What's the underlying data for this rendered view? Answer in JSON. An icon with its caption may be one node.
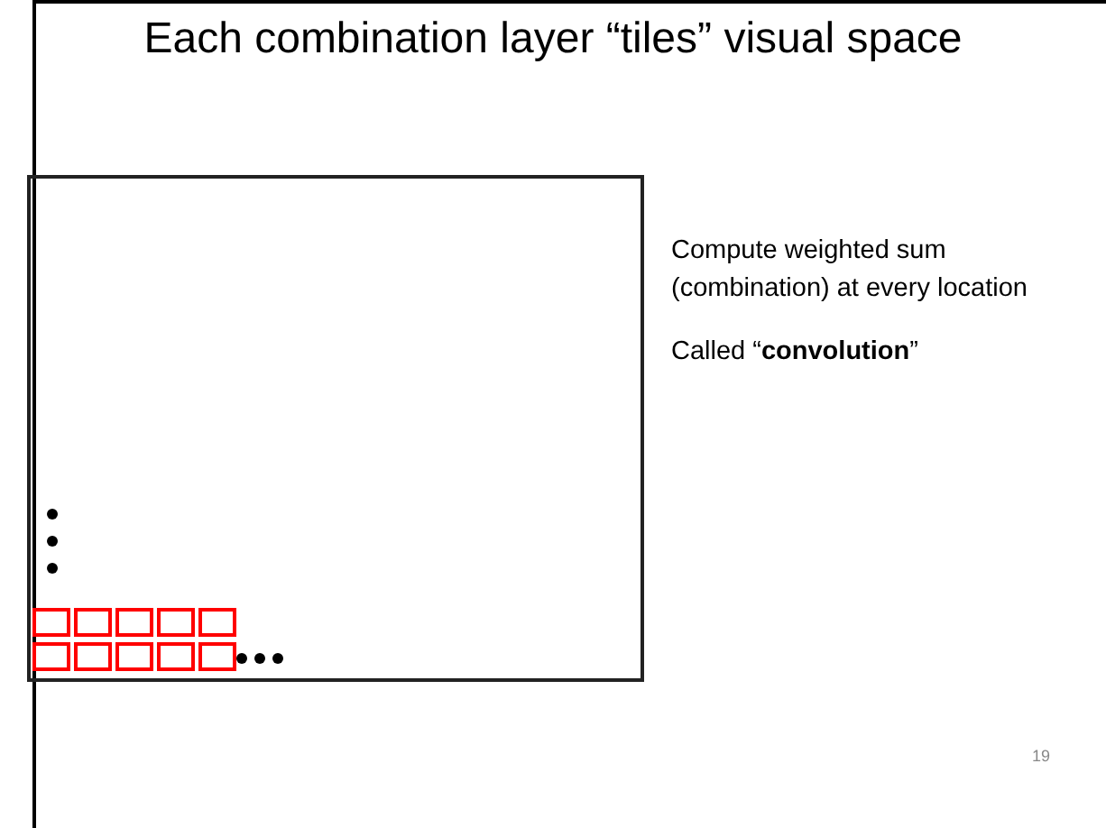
{
  "diagram": {
    "title": "Each combination layer “tiles” visual space",
    "labels": [
      "Compute weighted sum (combination) at every location",
      "Called “**convolution**”",
      "19"
    ]
  }
}
